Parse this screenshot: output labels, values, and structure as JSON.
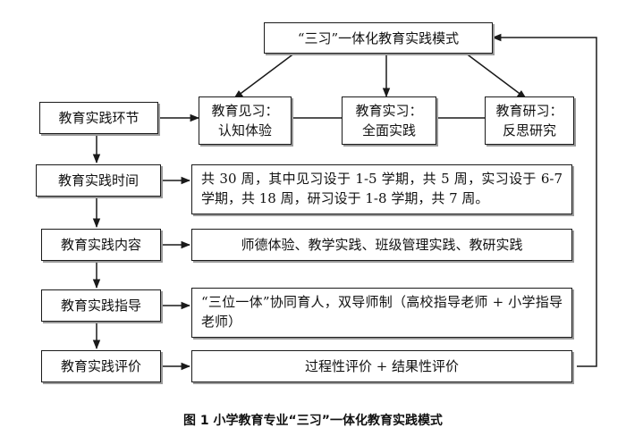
{
  "title": "“三习”一体化教育实践模式",
  "left_column": [
    "教育实践环节",
    "教育实践时间",
    "教育实践内容",
    "教育实践指导",
    "教育实践评价"
  ],
  "stages": [
    {
      "line1": "教育见习：",
      "line2": "认知体验"
    },
    {
      "line1": "教育实习：",
      "line2": "全面实践"
    },
    {
      "line1": "教育研习：",
      "line2": "反思研究"
    }
  ],
  "details": {
    "time": "共 30 周，其中见习设于 1-5 学期，共 5 周，实习设于 6-7 学期，共 18 周，研习设于 1-8 学期，共 7 周。",
    "content": "师德体验、教学实践、班级管理实践、教研实践",
    "guidance": "“三位一体”协同育人，双导师制（高校指导老师 + 小学指导老师）",
    "evaluation": "过程性评价 + 结果性评价"
  },
  "caption": "图 1  小学教育专业“三习”一体化教育实践模式"
}
